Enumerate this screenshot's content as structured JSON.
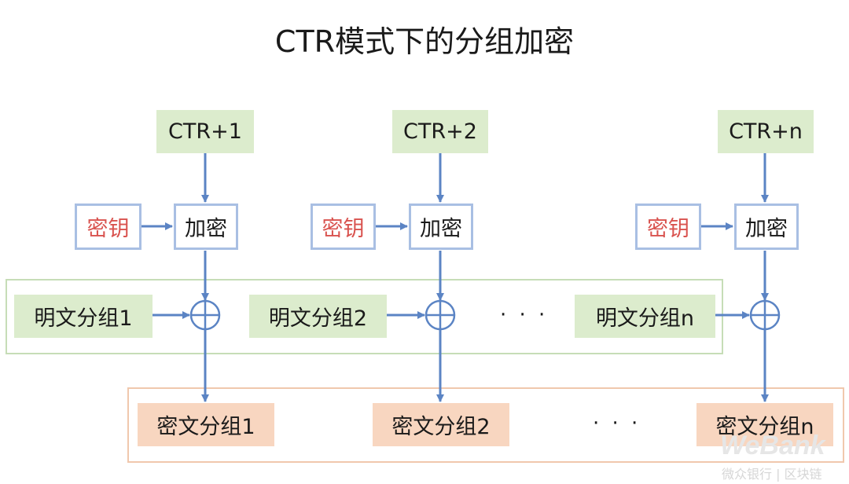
{
  "title": "CTR模式下的分组加密",
  "columns": [
    {
      "counter": "CTR+1",
      "key": "密钥",
      "encrypt": "加密",
      "plaintext": "明文分组1",
      "ciphertext": "密文分组1"
    },
    {
      "counter": "CTR+2",
      "key": "密钥",
      "encrypt": "加密",
      "plaintext": "明文分组2",
      "ciphertext": "密文分组2"
    },
    {
      "counter": "CTR+n",
      "key": "密钥",
      "encrypt": "加密",
      "plaintext": "明文分组n",
      "ciphertext": "密文分组n"
    }
  ],
  "ellipsis_plaintext": "· · ·",
  "ellipsis_ciphertext": "· · ·",
  "watermark": {
    "logo": "WeBank",
    "subtitle": "微众银行 | 区块链"
  },
  "colors": {
    "arrow": "#5b84c4",
    "plaintext_fill": "#dceccd",
    "ciphertext_fill": "#f8d6c0",
    "key_text": "#d9534f"
  }
}
